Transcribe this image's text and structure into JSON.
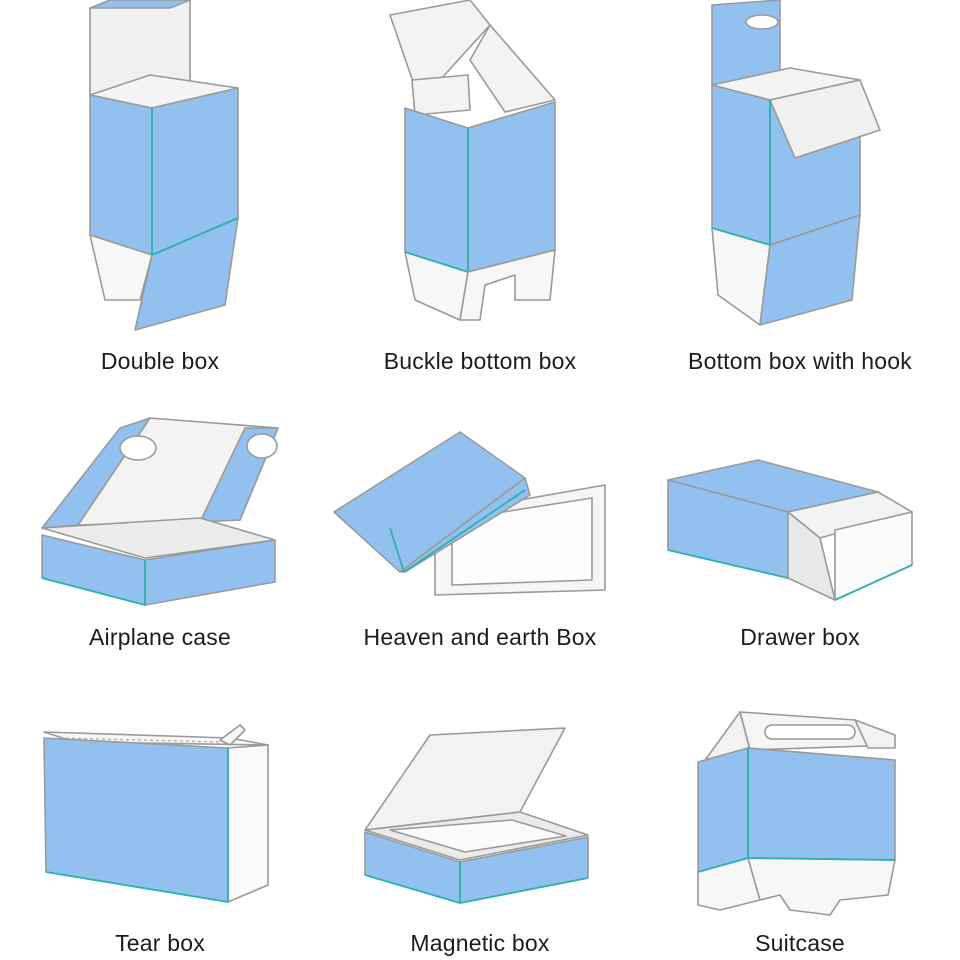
{
  "colors": {
    "blue": "#92c1ef",
    "teal_edge": "#2bb3b1",
    "white_face": "#fafafa",
    "gray_face": "#ededed",
    "outline": "#9a9a9a"
  },
  "boxes": [
    {
      "label": "Double box",
      "icon": "double-box-icon"
    },
    {
      "label": "Buckle bottom box",
      "icon": "buckle-bottom-box-icon"
    },
    {
      "label": "Bottom box with hook",
      "icon": "bottom-box-with-hook-icon"
    },
    {
      "label": "Airplane case",
      "icon": "airplane-case-icon"
    },
    {
      "label": "Heaven and earth Box",
      "icon": "heaven-and-earth-box-icon"
    },
    {
      "label": "Drawer box",
      "icon": "drawer-box-icon"
    },
    {
      "label": "Tear box",
      "icon": "tear-box-icon"
    },
    {
      "label": "Magnetic box",
      "icon": "magnetic-box-icon"
    },
    {
      "label": "Suitcase",
      "icon": "suitcase-icon"
    }
  ]
}
